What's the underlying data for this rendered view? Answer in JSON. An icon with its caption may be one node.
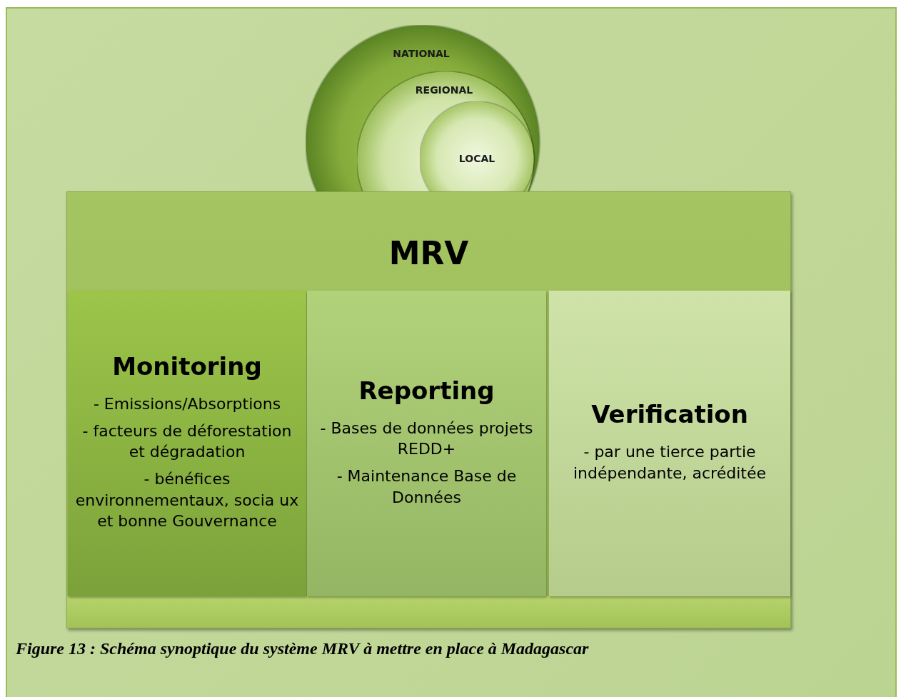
{
  "diagram": {
    "caption": "Figure 13 : Schéma synoptique du système MRV à mettre en place à Madagascar",
    "nodes": [
      {
        "text": [
          "NATIONAL"
        ]
      },
      {
        "text": [
          "REGIONAL"
        ],
        "in": 0
      },
      {
        "text": [
          "LOCAL"
        ],
        "in": 1
      },
      {
        "text": [
          "MRV"
        ]
      },
      {
        "text": [
          "Monitoring",
          "- Emissions/Absorptions",
          "- facteurs de déforestation et dégradation",
          "- bénéfices environnementaux, socia ux et bonne Gouvernance"
        ],
        "in": 3
      },
      {
        "text": [
          "Reporting",
          "- Bases de données projets REDD+",
          "- Maintenance Base de Données"
        ],
        "in": 3
      },
      {
        "text": [
          "Verification",
          "-  par une tierce partie indépendante, acréditée"
        ],
        "in": 3
      }
    ]
  }
}
